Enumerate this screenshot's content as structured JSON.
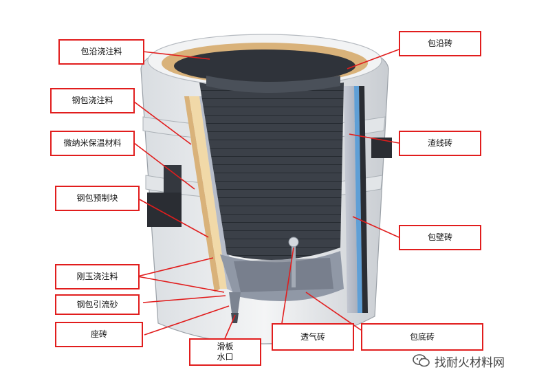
{
  "labels": {
    "rim_castable": "包沿浇注料",
    "rim_brick": "包沿砖",
    "ladle_castable": "钢包浇注料",
    "nano_insulation": "微纳米保温材料",
    "slag_line_brick": "渣线砖",
    "ladle_precast_block": "钢包预制块",
    "wall_brick": "包壁砖",
    "corundum_castable": "刚玉浇注料",
    "ladle_drain_sand": "钢包引流砂",
    "seat_brick": "座砖",
    "slide_gate_line1": "滑板",
    "slide_gate_line2": "水口",
    "purge_plug": "透气砖",
    "bottom_brick": "包底砖"
  },
  "watermark": {
    "text": "找耐火材料网",
    "icon": "wechat-icon"
  },
  "colors": {
    "callout_red": "#e11d1d",
    "lining_dark": "#3a3f47",
    "shell_light": "#eef0f2",
    "insulation_tan": "#d9b27a",
    "steel_blue": "#5f9fd6"
  }
}
